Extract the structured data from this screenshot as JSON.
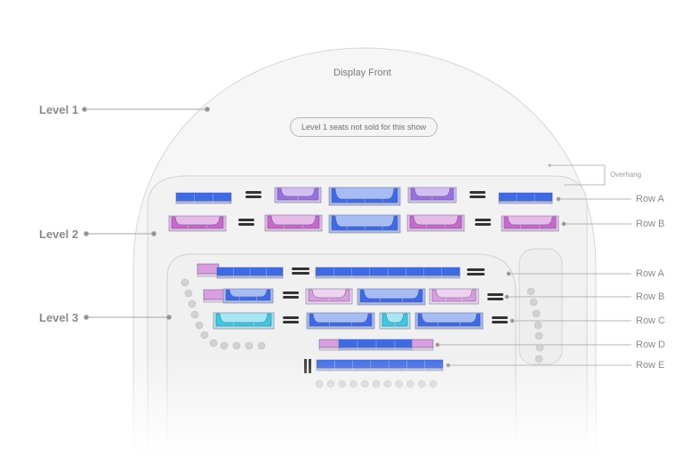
{
  "venue": {
    "display_front": "Display Front",
    "overhang": "Overhang",
    "level1_notice": "Level 1 seats not sold for this show"
  },
  "levels": [
    {
      "label": "Level 1"
    },
    {
      "label": "Level 2",
      "rows": [
        "Row A",
        "Row B"
      ]
    },
    {
      "label": "Level 3",
      "rows": [
        "Row A",
        "Row B",
        "Row C",
        "Row D",
        "Row E"
      ]
    }
  ],
  "colors": {
    "blue": "#3e6ae6",
    "purple": "#9a6fe0",
    "magenta": "#c868cc",
    "pink": "#d99ee0",
    "cyan": "#3ec8e2",
    "dark_seat": "#333333",
    "unavailable": "#d2d2d2"
  }
}
